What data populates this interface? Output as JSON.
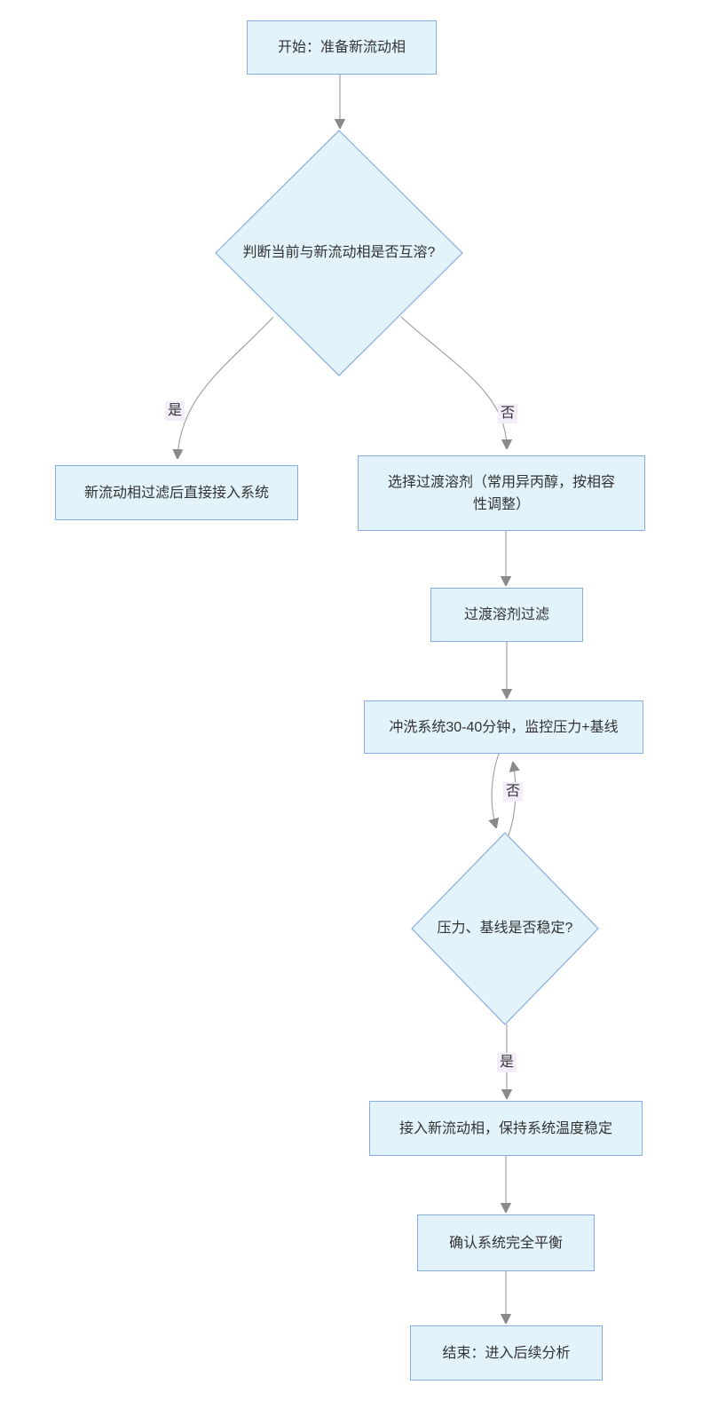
{
  "colors": {
    "node_fill": "#e2f3fb",
    "node_border": "#87ace0",
    "edge": "#9b9b9b",
    "arrow": "#8a8a8a",
    "label_bg": "#f3edf9",
    "text": "#333333"
  },
  "nodes": {
    "start": "开始：准备新流动相",
    "decision1": "判断当前与新流动相是否互溶?",
    "direct": "新流动相过滤后直接接入系统",
    "transition": "选择过渡溶剂（常用异丙醇，按相容性调整）",
    "filter": "过渡溶剂过滤",
    "flush": "冲洗系统30-40分钟，监控压力+基线",
    "decision2": "压力、基线是否稳定?",
    "connect": "接入新流动相，保持系统温度稳定",
    "confirm": "确认系统完全平衡",
    "end": "结束：进入后续分析"
  },
  "edge_labels": {
    "yes1": "是",
    "no1": "否",
    "no2": "否",
    "yes2": "是"
  }
}
